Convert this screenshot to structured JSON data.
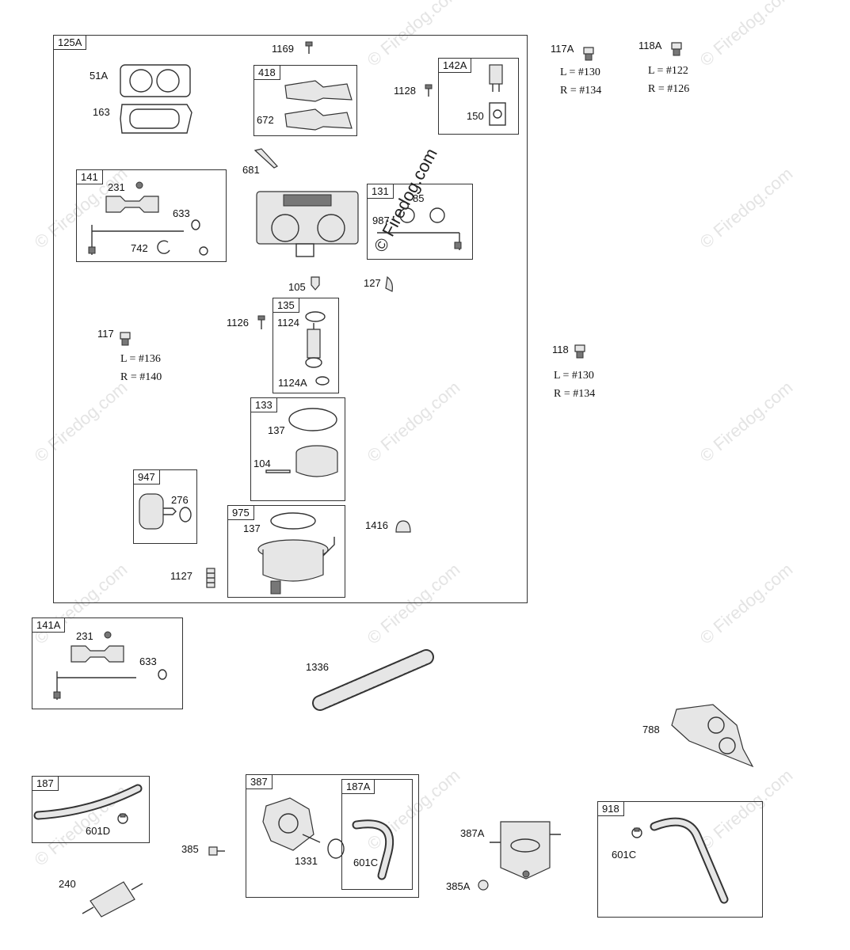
{
  "watermarks": {
    "text": "© Firedog.com",
    "main": "© Firedog.com"
  },
  "groups": {
    "g125A": "125A",
    "g418": "418",
    "g142A": "142A",
    "g141": "141",
    "g131": "131",
    "g135": "135",
    "g133": "133",
    "g947": "947",
    "g975": "975",
    "g141A": "141A",
    "g187": "187",
    "g387": "387",
    "g187A": "187A",
    "g918": "918"
  },
  "labels": {
    "l51A": "51A",
    "l163": "163",
    "l1169": "1169",
    "l672": "672",
    "l1128": "1128",
    "l150": "150",
    "l681": "681",
    "l231": "231",
    "l633": "633",
    "l742": "742",
    "l987": "987",
    "l85": "85",
    "l105": "105",
    "l127": "127",
    "l117": "117",
    "l1126": "1126",
    "l1124": "1124",
    "l1124A": "1124A",
    "l137a": "137",
    "l104": "104",
    "l276": "276",
    "l137b": "137",
    "l1416": "1416",
    "l1127": "1127",
    "l231b": "231",
    "l633b": "633",
    "l1336": "1336",
    "l788": "788",
    "l601D": "601D",
    "l385": "385",
    "l1331": "1331",
    "l601C": "601C",
    "l387A": "387A",
    "l385A": "385A",
    "l601Cb": "601C",
    "l240": "240",
    "l117A": "117A",
    "l118A": "118A",
    "l118": "118"
  },
  "notes": {
    "n117A_L": "L = #130",
    "n117A_R": "R = #134",
    "n118A_L": "L = #122",
    "n118A_R": "R = #126",
    "n117_L": "L = #136",
    "n117_R": "R = #140",
    "n118_L": "L = #130",
    "n118_R": "R = #134"
  }
}
